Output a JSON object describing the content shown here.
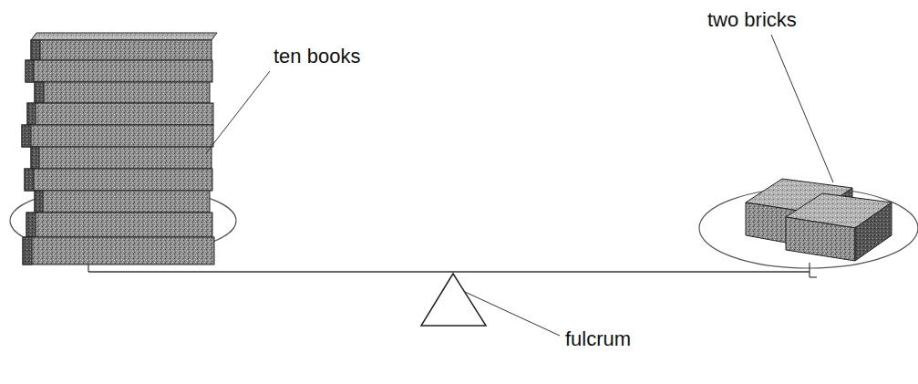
{
  "diagram": {
    "labels": [
      "ten books",
      "two bricks",
      "fulcrum"
    ]
  }
}
